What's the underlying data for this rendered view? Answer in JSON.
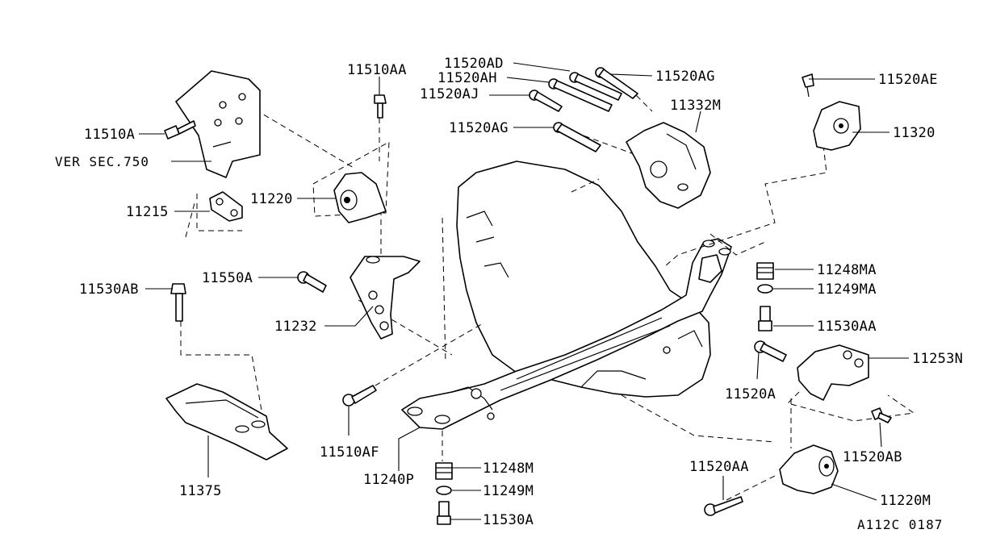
{
  "labels": {
    "l_11510AA": "11510AA",
    "l_11520AD": "11520AD",
    "l_11520AH": "11520AH",
    "l_11520AJ": "11520AJ",
    "l_11520AG_top": "11520AG",
    "l_11520AG_mid": "11520AG",
    "l_11520AE": "11520AE",
    "l_11332M": "11332M",
    "l_11320": "11320",
    "l_11510A": "11510A",
    "l_ver_sec": "VER SEC.750",
    "l_11215": "11215",
    "l_11220": "11220",
    "l_11550A": "11550A",
    "l_11530AB": "11530AB",
    "l_11232": "11232",
    "l_11248MA": "11248MA",
    "l_11249MA": "11249MA",
    "l_11530AA": "11530AA",
    "l_11253N": "11253N",
    "l_11520A": "11520A",
    "l_11520AB": "11520AB",
    "l_11510AF": "11510AF",
    "l_11240P": "11240P",
    "l_11375": "11375",
    "l_11248M": "11248M",
    "l_11249M": "11249M",
    "l_11530A": "11530A",
    "l_11520AA": "11520AA",
    "l_11220M": "11220M"
  },
  "footer": {
    "code": "A112C 0187"
  }
}
